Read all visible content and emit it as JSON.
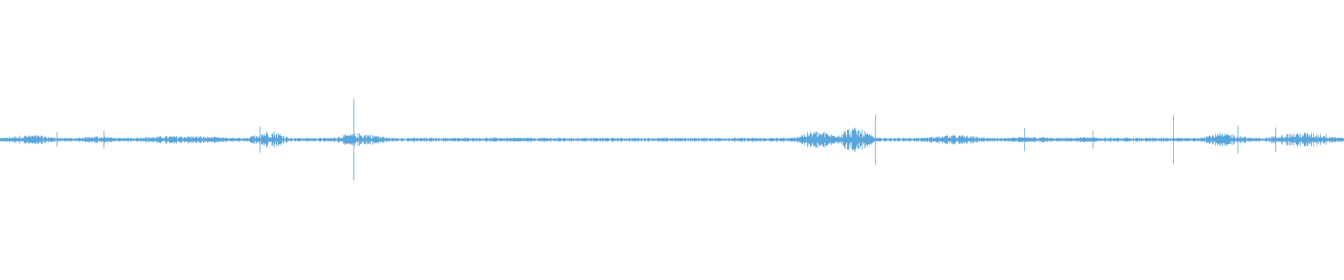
{
  "waveform": {
    "color": "#5aa6dc",
    "background": "#ffffff",
    "baseline_amplitude": 0.05,
    "segments": [
      {
        "start": 0.0,
        "end": 0.045,
        "amplitude": 0.12
      },
      {
        "start": 0.055,
        "end": 0.09,
        "amplitude": 0.09
      },
      {
        "start": 0.09,
        "end": 0.18,
        "amplitude": 0.1
      },
      {
        "start": 0.185,
        "end": 0.215,
        "amplitude": 0.22
      },
      {
        "start": 0.245,
        "end": 0.29,
        "amplitude": 0.16
      },
      {
        "start": 0.3,
        "end": 0.44,
        "amplitude": 0.04
      },
      {
        "start": 0.59,
        "end": 0.625,
        "amplitude": 0.22
      },
      {
        "start": 0.62,
        "end": 0.65,
        "amplitude": 0.3
      },
      {
        "start": 0.685,
        "end": 0.735,
        "amplitude": 0.12
      },
      {
        "start": 0.745,
        "end": 0.79,
        "amplitude": 0.08
      },
      {
        "start": 0.79,
        "end": 0.825,
        "amplitude": 0.07
      },
      {
        "start": 0.89,
        "end": 0.93,
        "amplitude": 0.16
      },
      {
        "start": 0.94,
        "end": 1.0,
        "amplitude": 0.18
      }
    ],
    "spikes": [
      {
        "position": 0.042,
        "amplitude": 0.18
      },
      {
        "position": 0.077,
        "amplitude": 0.22
      },
      {
        "position": 0.193,
        "amplitude": 0.32
      },
      {
        "position": 0.263,
        "amplitude": 1.0
      },
      {
        "position": 0.651,
        "amplitude": 0.62
      },
      {
        "position": 0.762,
        "amplitude": 0.28
      },
      {
        "position": 0.813,
        "amplitude": 0.22
      },
      {
        "position": 0.873,
        "amplitude": 0.6
      },
      {
        "position": 0.921,
        "amplitude": 0.34
      },
      {
        "position": 0.949,
        "amplitude": 0.3
      }
    ]
  }
}
